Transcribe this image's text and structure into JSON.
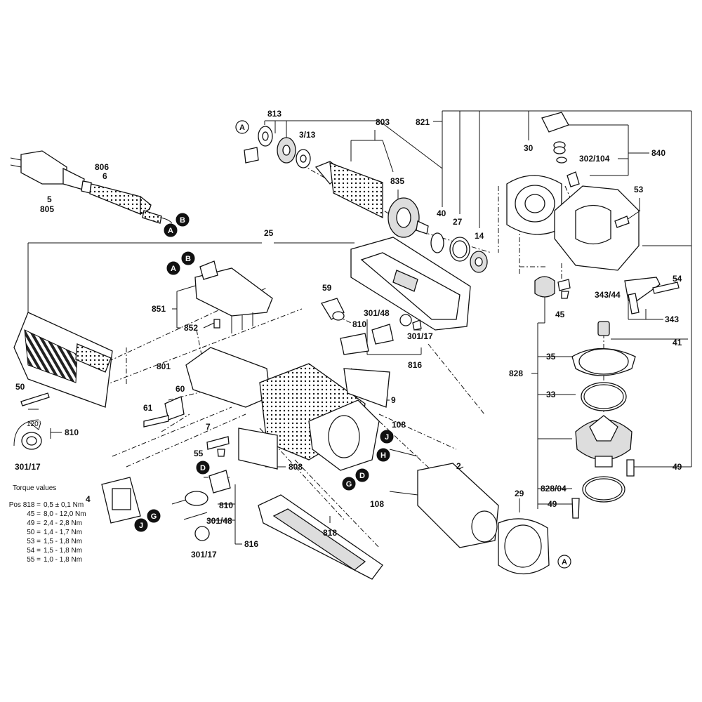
{
  "labels": {
    "p813": "813",
    "p803": "803",
    "p821": "821",
    "p313": "3/13",
    "p835": "835",
    "p30": "30",
    "p302104": "302/104",
    "p840": "840",
    "p806": "806",
    "p6": "6",
    "p5": "5",
    "p805": "805",
    "p53": "53",
    "p40": "40",
    "p27": "27",
    "p14": "14",
    "p25": "25",
    "p54": "54",
    "p343_44": "343/44",
    "p343": "343",
    "p45": "45",
    "p59": "59",
    "p851": "851",
    "p852": "852",
    "p30148a": "301/48",
    "p810a": "810",
    "p30117a": "301/17",
    "p816a": "816",
    "p41": "41",
    "p35": "35",
    "p828": "828",
    "p801": "801",
    "p9": "9",
    "p33": "33",
    "p50": "50",
    "p60": "60",
    "p61": "61",
    "p7": "7",
    "p108a": "108",
    "p810b": "810",
    "p55": "55",
    "p30117b": "301/17",
    "p808": "808",
    "p2": "2",
    "p49a": "49",
    "p4": "4",
    "p810c": "810",
    "p30148b": "301/48",
    "p108b": "108",
    "p82804": "828/04",
    "p49b": "49",
    "p29": "29",
    "p818": "818",
    "p30117c": "301/17",
    "p816b": "816",
    "angle": "120°"
  },
  "callouts": {
    "A": "A",
    "B": "B",
    "D": "D",
    "G": "G",
    "H": "H",
    "J": "J"
  },
  "torque": {
    "title": "Torque values",
    "rows": [
      {
        "pos": "Pos 818 =",
        "val": "0,5 ± 0,1 Nm"
      },
      {
        "pos": "45 =",
        "val": "8,0 - 12,0 Nm"
      },
      {
        "pos": "49 =",
        "val": "2,4 - 2,8 Nm"
      },
      {
        "pos": "50 =",
        "val": "1,4 - 1,7 Nm"
      },
      {
        "pos": "53 =",
        "val": "1,5 - 1,8 Nm"
      },
      {
        "pos": "54 =",
        "val": "1,5 - 1,8 Nm"
      },
      {
        "pos": "55 =",
        "val": "1,0 - 1,8 Nm"
      }
    ]
  }
}
